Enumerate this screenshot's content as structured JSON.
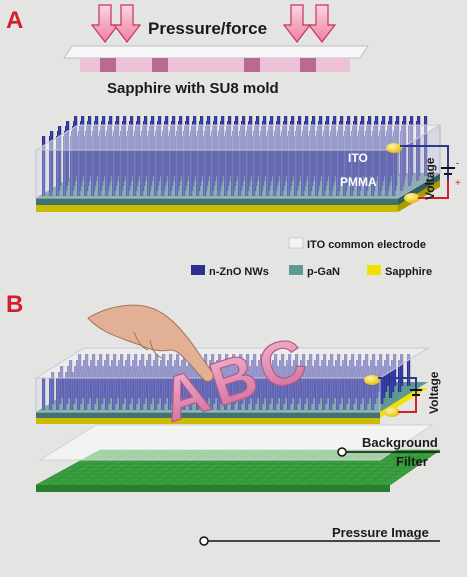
{
  "panel_a": {
    "letter": "A",
    "pressure_label": "Pressure/force",
    "mold_label": "Sapphire with SU8 mold",
    "ito_label": "ITO",
    "pmma_label": "PMMA",
    "voltage_label": "Voltage",
    "legend": {
      "ito_common": "ITO common electrode",
      "nwires": "n-ZnO NWs",
      "pgan": "p-GaN",
      "sapphire": "Sapphire"
    }
  },
  "panel_b": {
    "letter": "B",
    "letters_text": "ABC",
    "voltage_label": "Voltage",
    "background_filter": "Background\nFilter",
    "background_line1": "Background",
    "background_line2": "Filter",
    "pressure_image": "Pressure Image"
  },
  "colors": {
    "letter_red": "#d21f2b",
    "arrow_pink": "#f29ab3",
    "nanowire_blue": "#2c2f93",
    "pgan_teal": "#5e9a93",
    "sapphire_yellow": "#f2e100",
    "ito_white": "#f4f4f6",
    "grid_green": "#3aa040",
    "abc_pink": "#e48eb4"
  }
}
